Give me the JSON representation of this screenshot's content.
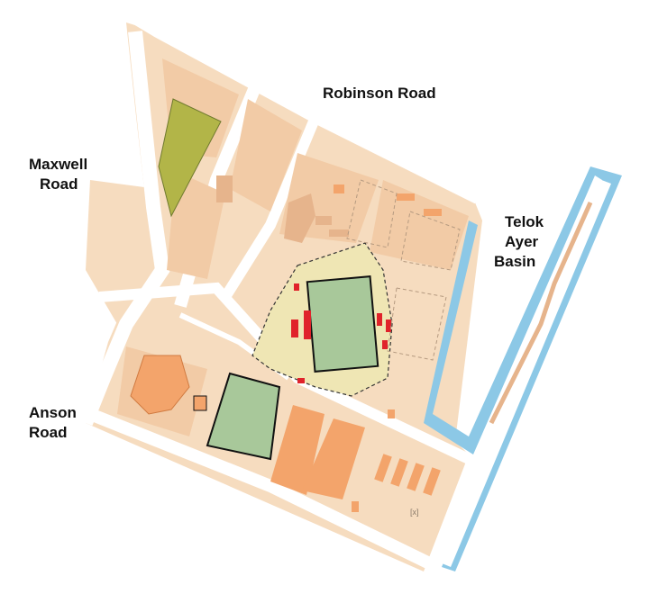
{
  "labels": {
    "robinson": "Robinson Road",
    "maxwell": [
      "Maxwell",
      "Road"
    ],
    "telok": [
      "Telok",
      "Ayer",
      "Basin"
    ],
    "anson": [
      "Anson",
      "Road"
    ],
    "plate": "[x]"
  },
  "colors": {
    "land": "#f6dcbf",
    "plot": "#f2cba6",
    "road": "#ffffff",
    "block_orange": "#f3a46b",
    "block_tan": "#e6b48c",
    "olive_park": "#b2b548",
    "green_field": "#a8c89a",
    "yellow_zone": "#efe6b4",
    "red_bldg": "#e0232b",
    "water_edge": "#8cc8e6",
    "outline": "#111111"
  },
  "icons": {
    "dashed-boundary": "dashed-line",
    "field": "rectangle"
  }
}
